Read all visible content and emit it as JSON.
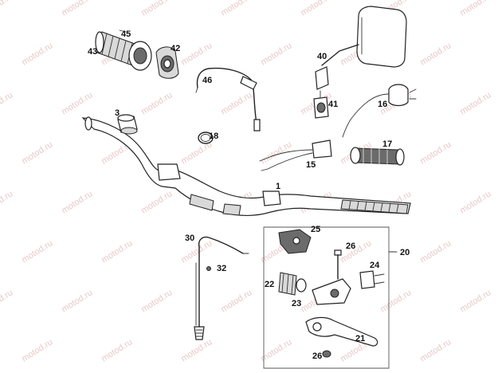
{
  "watermark": "motod.ru",
  "callouts": [
    {
      "id": "c1",
      "text": "1"
    },
    {
      "id": "c3",
      "text": "3"
    },
    {
      "id": "c15",
      "text": "15"
    },
    {
      "id": "c16",
      "text": "16"
    },
    {
      "id": "c17",
      "text": "17"
    },
    {
      "id": "c18",
      "text": "18"
    },
    {
      "id": "c20",
      "text": "20"
    },
    {
      "id": "c21",
      "text": "21"
    },
    {
      "id": "c22",
      "text": "22"
    },
    {
      "id": "c23",
      "text": "23"
    },
    {
      "id": "c24",
      "text": "24"
    },
    {
      "id": "c25",
      "text": "25"
    },
    {
      "id": "c26a",
      "text": "26"
    },
    {
      "id": "c26b",
      "text": "26"
    },
    {
      "id": "c30",
      "text": "30"
    },
    {
      "id": "c32",
      "text": "32"
    },
    {
      "id": "c40",
      "text": "40"
    },
    {
      "id": "c41",
      "text": "41"
    },
    {
      "id": "c42",
      "text": "42"
    },
    {
      "id": "c43",
      "text": "43"
    },
    {
      "id": "c45",
      "text": "45"
    },
    {
      "id": "c46",
      "text": "46"
    }
  ]
}
